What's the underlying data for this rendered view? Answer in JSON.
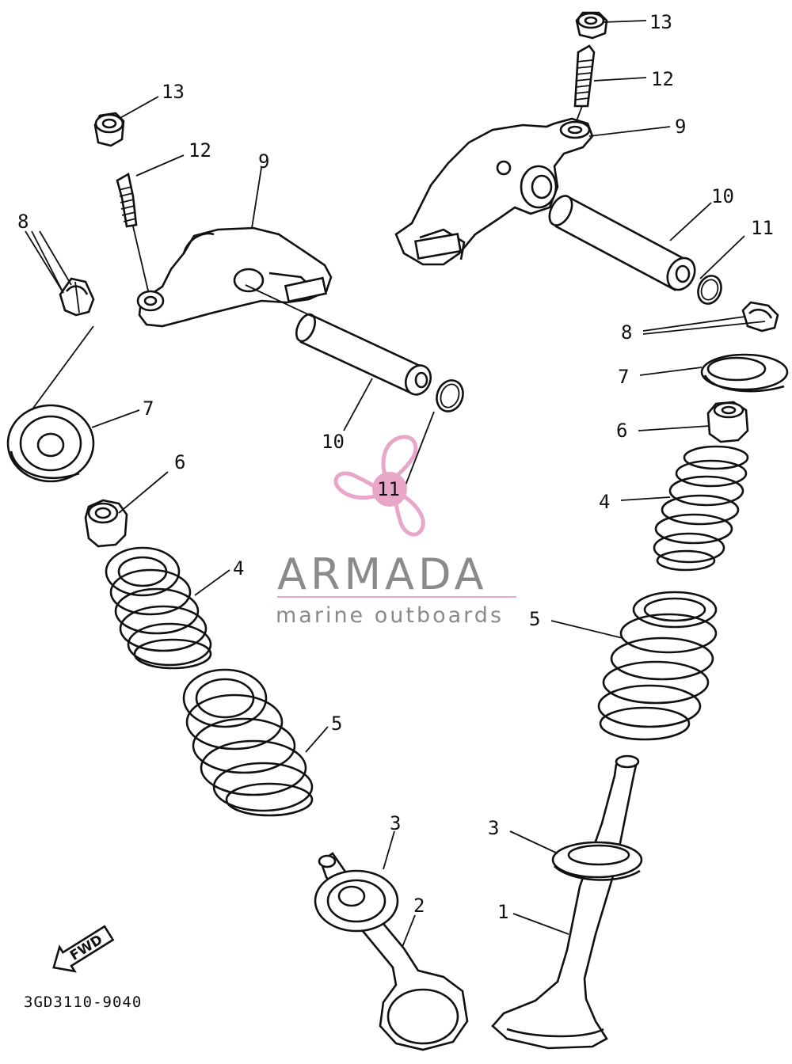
{
  "diagram": {
    "part_code": "3GD3110-9040",
    "direction_label": "FWD",
    "callouts": {
      "c1": "1",
      "c2": "2",
      "c3a": "3",
      "c3b": "3",
      "c4a": "4",
      "c4b": "4",
      "c5a": "5",
      "c5b": "5",
      "c6a": "6",
      "c6b": "6",
      "c7a": "7",
      "c7b": "7",
      "c8a": "8",
      "c8b": "8",
      "c9a": "9",
      "c9b": "9",
      "c10a": "10",
      "c10b": "10",
      "c11a": "11",
      "c11b": "11",
      "c12a": "12",
      "c12b": "12",
      "c13a": "13",
      "c13b": "13"
    }
  },
  "watermark": {
    "brand": "ARMADA",
    "tagline": "marine outboards",
    "brand_color": "#8a8a8a",
    "accent_color": "#e8a6c8",
    "icon": "propeller-icon"
  }
}
